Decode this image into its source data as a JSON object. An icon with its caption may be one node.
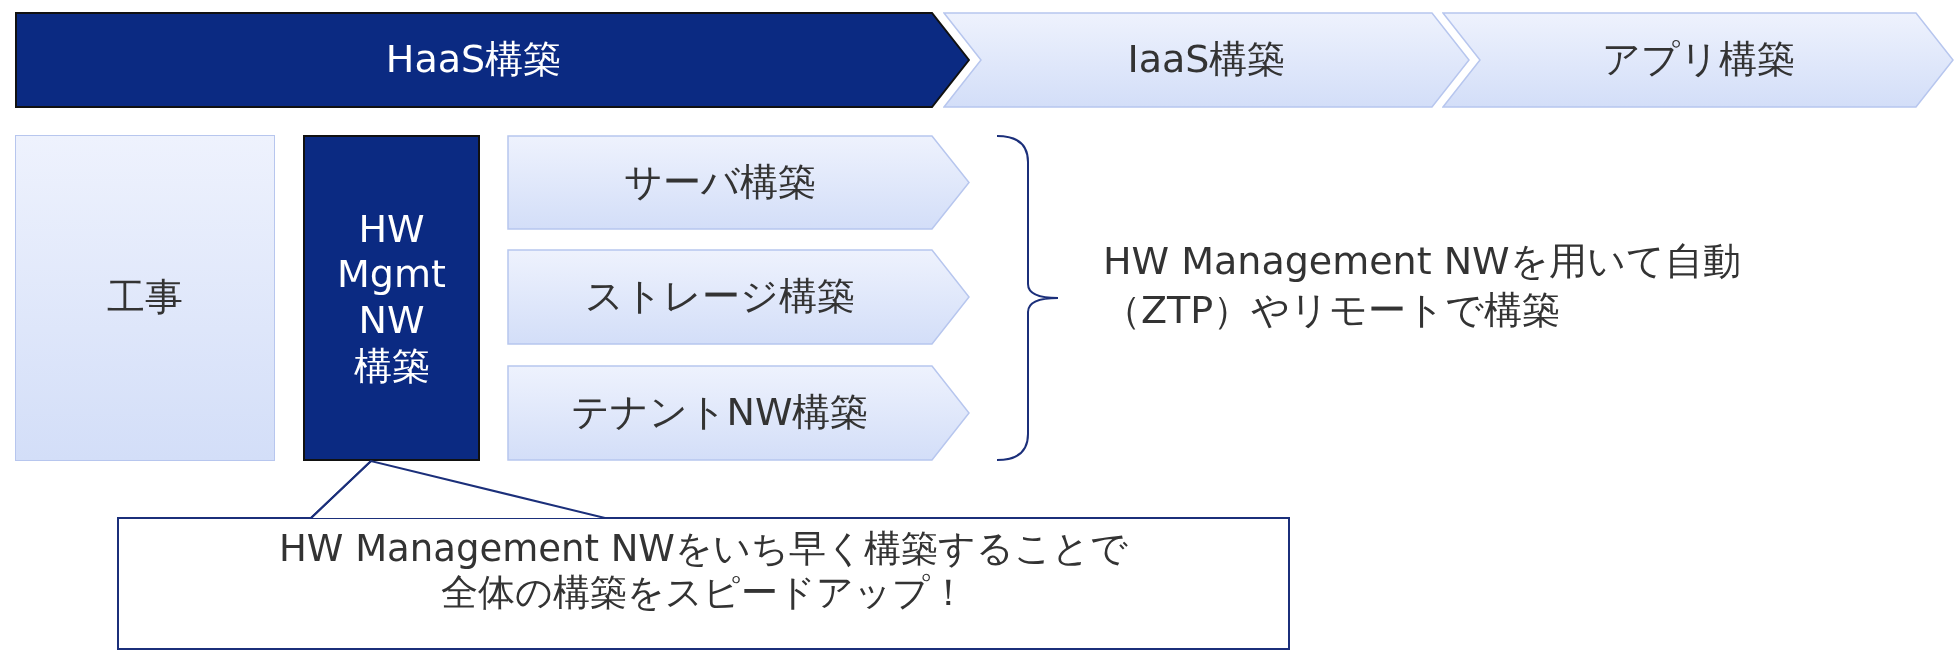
{
  "diagram": {
    "nodes": [
      {
        "text": [
          "HaaS構築"
        ]
      },
      {
        "text": [
          "IaaS構築"
        ]
      },
      {
        "text": [
          "アプリ構築"
        ]
      },
      {
        "text": [
          "工事"
        ]
      },
      {
        "text": [
          "HW Mgmt NW 構築"
        ]
      },
      {
        "text": [
          "サーバ構築"
        ]
      },
      {
        "text": [
          "ストレージ構築"
        ]
      },
      {
        "text": [
          "テナントNW構築"
        ]
      },
      {
        "text": [
          "HW Management NWをいち早く構築することで全体の構築をスピードアップ！"
        ]
      }
    ],
    "edges": [
      {
        "from": 8,
        "to": 4,
        "arrow": "none"
      }
    ],
    "labels": [
      "HW Management NWを用いて自動（ZTP）やリモートで構築"
    ]
  }
}
